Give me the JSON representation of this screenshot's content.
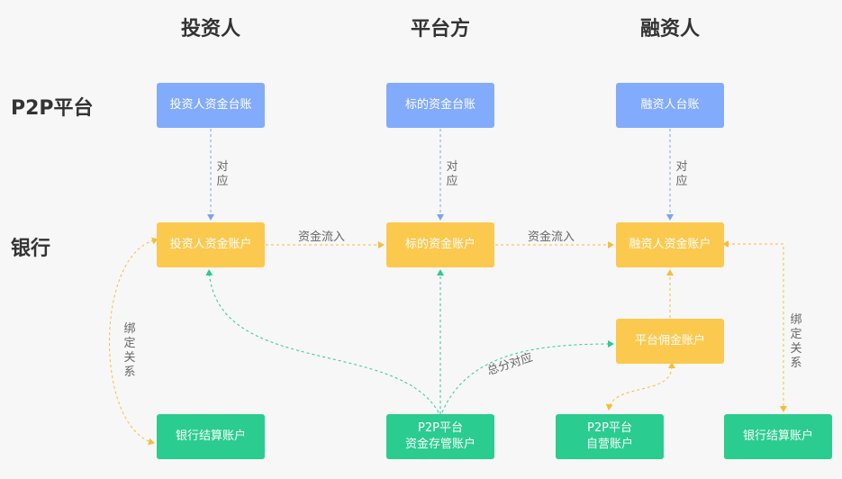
{
  "columns": {
    "investor": "投资人",
    "platform": "平台方",
    "borrower": "融资人"
  },
  "rows": {
    "p2p": "P2P平台",
    "bank": "银行"
  },
  "nodes": {
    "investor_ledger": "投资人资金台账",
    "target_ledger": "标的资金台账",
    "borrower_ledger": "融资人台账",
    "investor_account": "投资人资金账户",
    "target_account": "标的资金账户",
    "borrower_account": "融资人资金账户",
    "commission_account": "平台佣金账户",
    "investor_settlement": "银行结算账户",
    "custody_line1": "P2P平台",
    "custody_line2": "资金存管账户",
    "self_line1": "P2P平台",
    "self_line2": "自营账户",
    "borrower_settlement": "银行结算账户"
  },
  "edges": {
    "correspond": "对应",
    "flow_in": "资金流入",
    "bind": "绑定关系",
    "total_sub": "总分对应"
  },
  "colors": {
    "ledger": "#82abfb",
    "bank_account": "#fcc94f",
    "settlement": "#2acd8f",
    "arrow_blue": "#7aa3f5",
    "arrow_yellow": "#f5bd3c",
    "arrow_green": "#2acd8f"
  }
}
